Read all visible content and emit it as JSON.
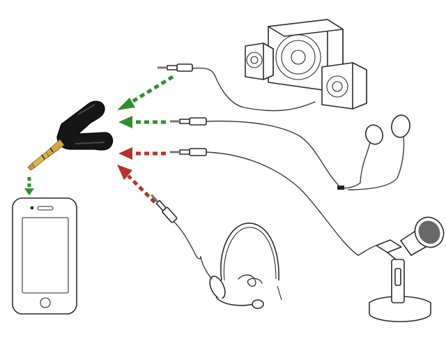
{
  "colors": {
    "background": "#ffffff",
    "line_art": "#2a2a2a",
    "splitter_body": "#1a1a1a",
    "jack_gold": "#d8a845",
    "arrow_green": "#2f8f2f",
    "arrow_red": "#b8322a"
  },
  "items": [
    {
      "name": "speakers",
      "arrow_color": "green",
      "arrow_direction": "toward-splitter"
    },
    {
      "name": "earphones",
      "arrow_color": "green",
      "arrow_direction": "toward-splitter"
    },
    {
      "name": "microphone",
      "arrow_color": "red",
      "arrow_direction": "toward-splitter"
    },
    {
      "name": "headset",
      "arrow_color": "red",
      "arrow_direction": "toward-splitter"
    },
    {
      "name": "phone",
      "arrow_color": "green",
      "arrow_direction": "toward-phone"
    }
  ]
}
